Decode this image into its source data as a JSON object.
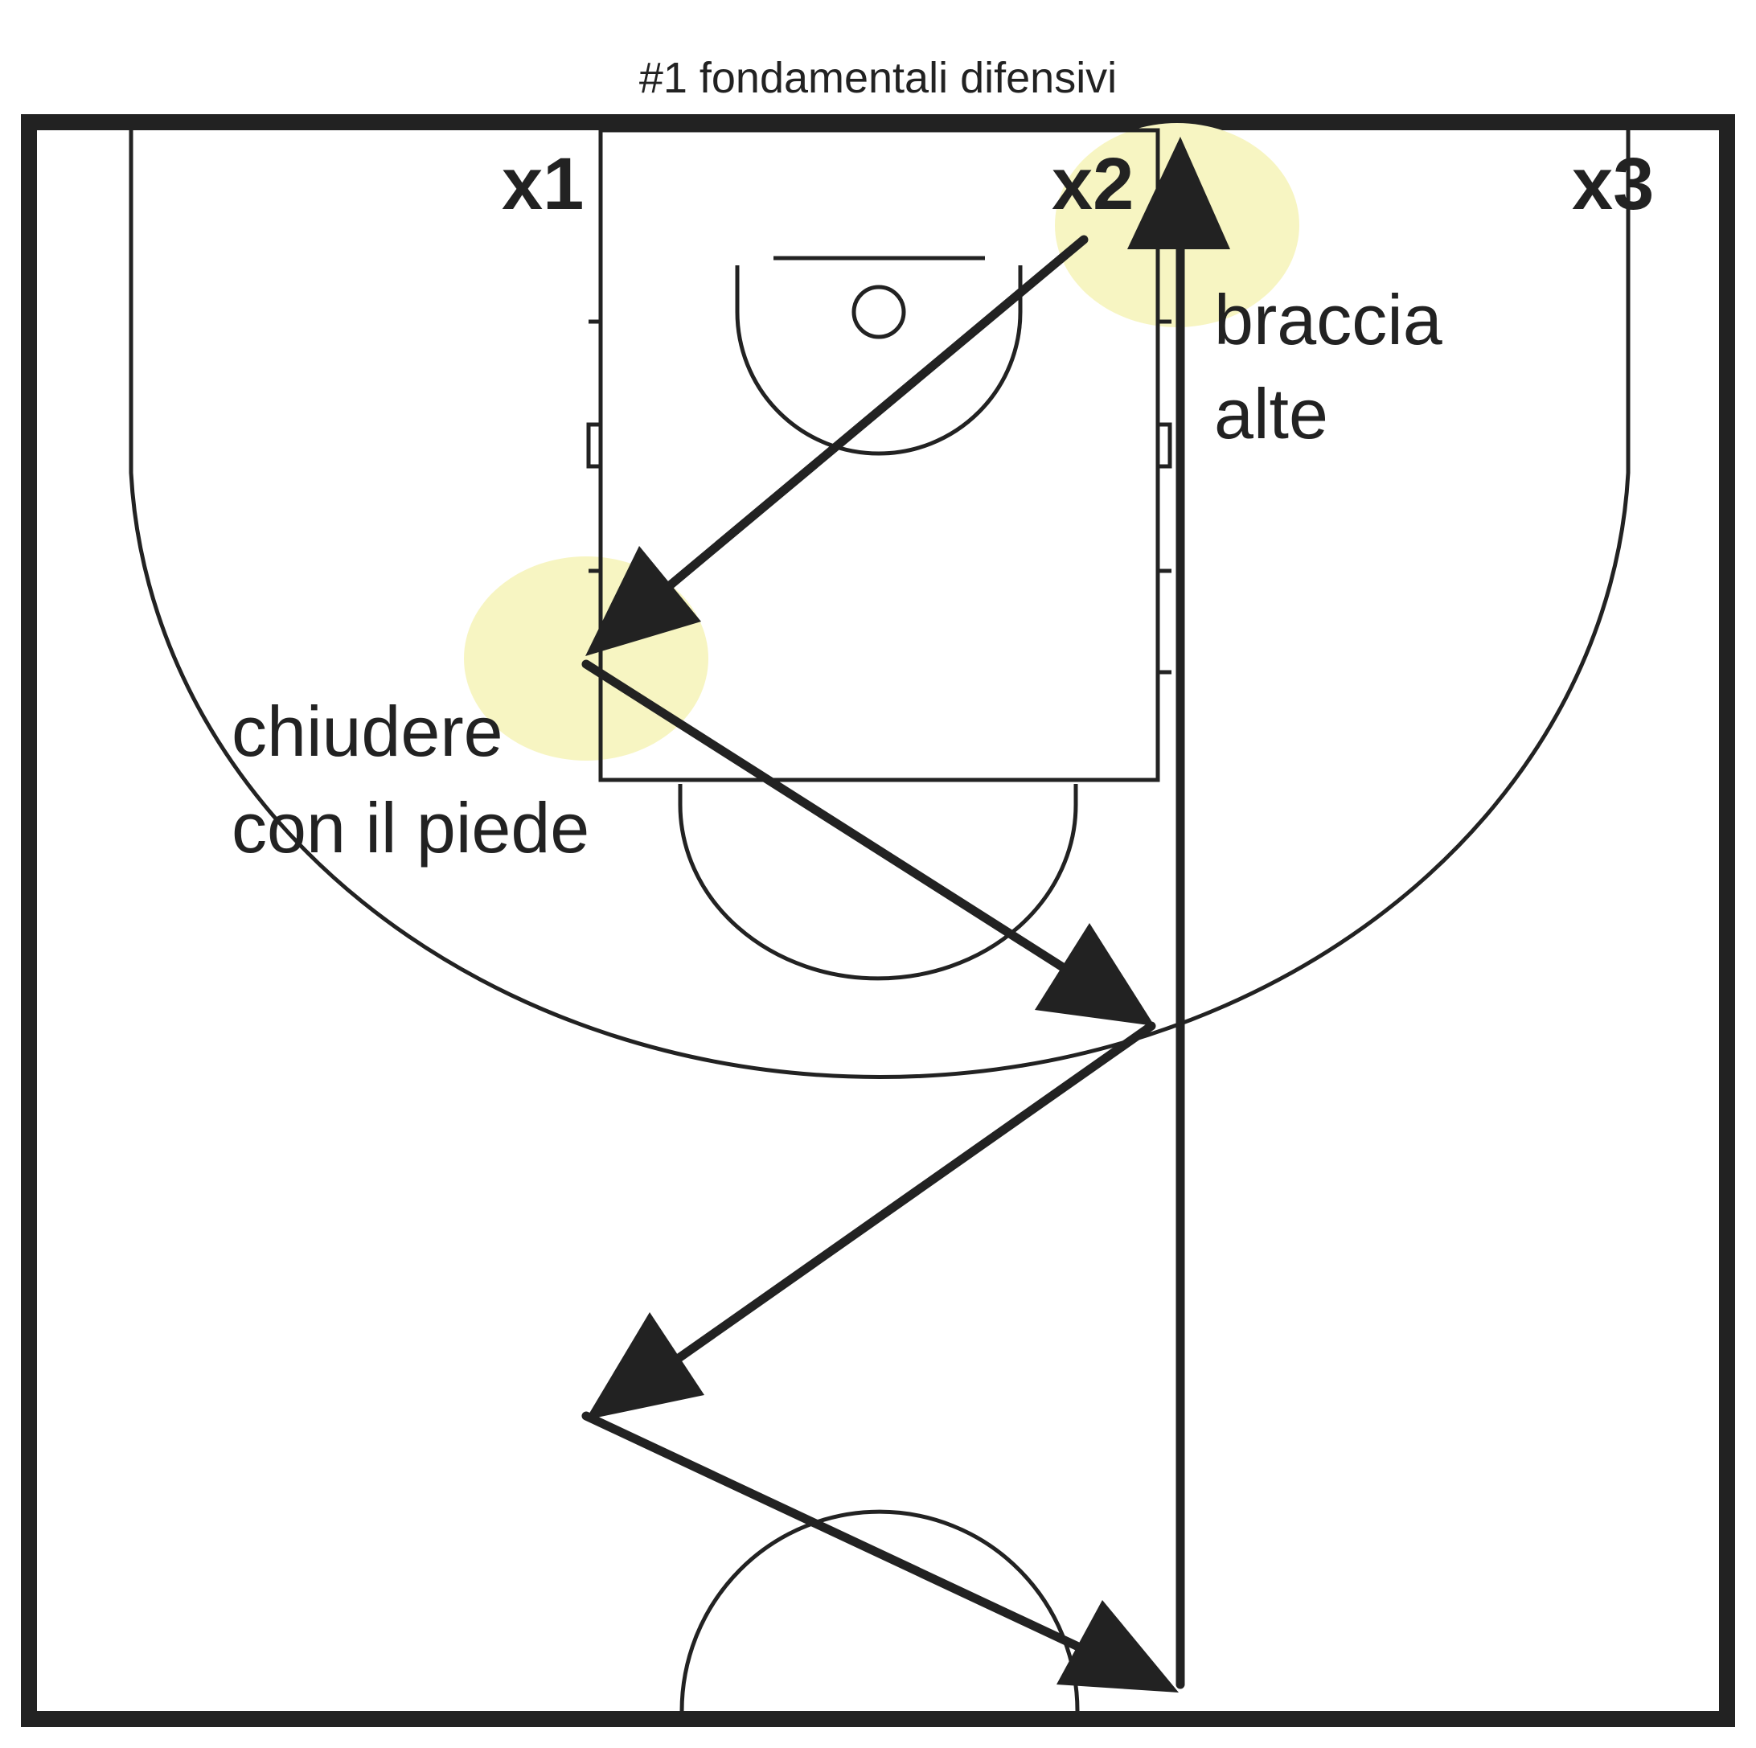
{
  "diagram": {
    "title": "#1 fondamentali difensivi",
    "players": [
      {
        "id": "x1",
        "label": "x1"
      },
      {
        "id": "x2",
        "label": "x2"
      },
      {
        "id": "x3",
        "label": "x3"
      }
    ],
    "annotations": {
      "arms_line1": "braccia",
      "arms_line2": "alte",
      "foot_line1": "chiudere",
      "foot_line2": "con il piede"
    },
    "colors": {
      "ink": "#222222",
      "highlight": "#f7f5c2",
      "background": "#ffffff"
    },
    "movement": "zig-zag defensive slides from x2 down the court, closing-out to x1 side and back, ending with a sprint back up to x2"
  }
}
